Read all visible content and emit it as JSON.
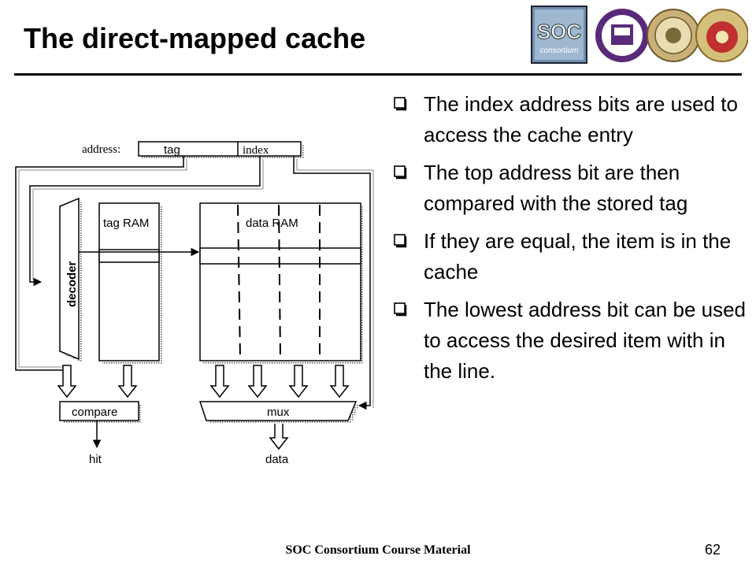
{
  "slide": {
    "title": "The direct-mapped cache",
    "page_number": "62",
    "footer": "SOC Consortium Course Material"
  },
  "logos": {
    "soc_logo_text": "SOC",
    "soc_logo_subtext": "consortium"
  },
  "bullets": [
    "The index address bits are used to access the cache entry",
    "The top address bit are then compared with the stored tag",
    "If they are equal, the item is in the cache",
    "The lowest address bit can be used to access the desired item with in the line."
  ],
  "diagram": {
    "address_label": "address:",
    "tag_label": "tag",
    "index_label": "index",
    "tag_ram_label": "tag RAM",
    "data_ram_label": "data RAM",
    "decoder_label": "decoder",
    "compare_label": "compare",
    "mux_label": "mux",
    "hit_label": "hit",
    "data_label": "data"
  }
}
